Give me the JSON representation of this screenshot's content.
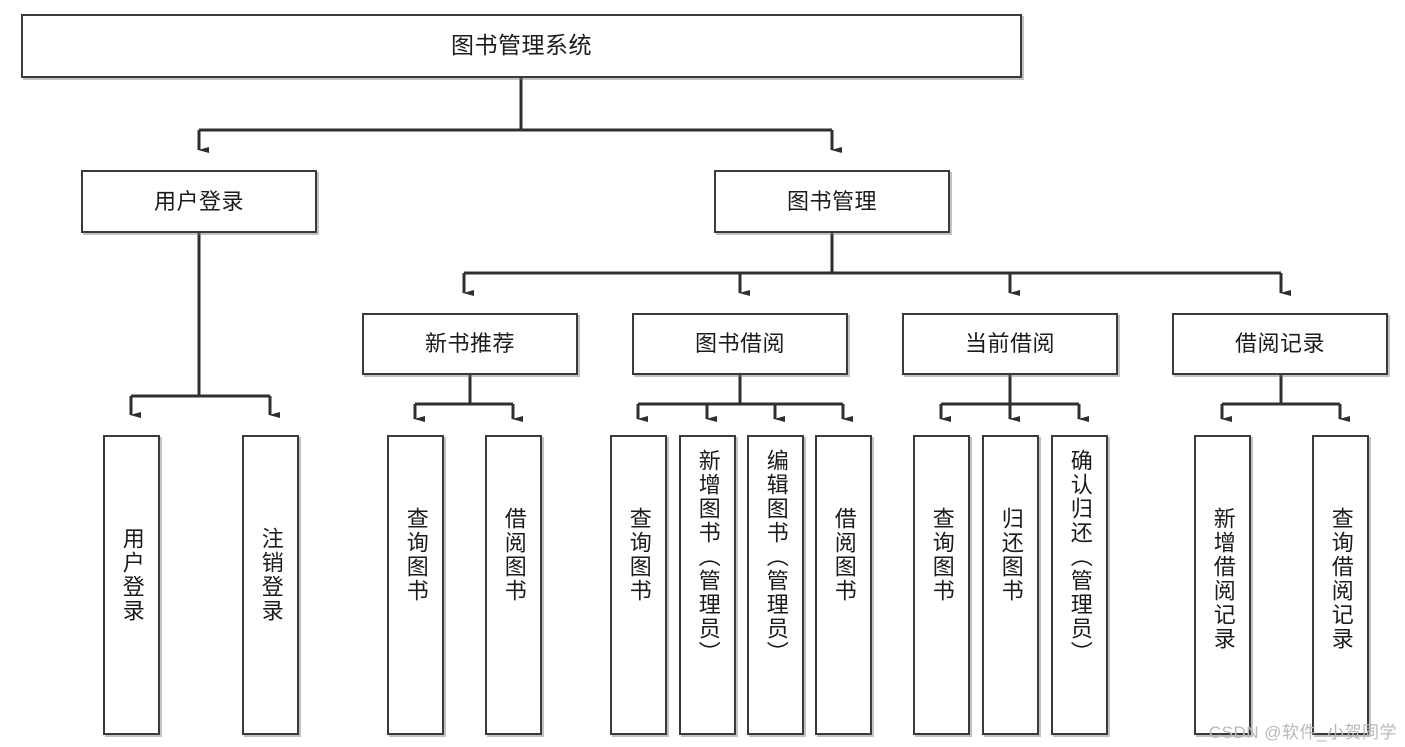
{
  "diagram": {
    "type": "hierarchy-tree",
    "title": "图书管理系统",
    "watermark": "CSDN @软件_小贺同学",
    "colors": {
      "box_border": "#3a3a3a",
      "box_fill": "#ffffff",
      "connector": "#2f2f2f",
      "text": "#1b1b1b",
      "watermark": "#b9b9b9"
    },
    "nodes": {
      "root": {
        "label": "图书管理系统"
      },
      "level2": [
        {
          "label": "用户登录"
        },
        {
          "label": "图书管理"
        }
      ],
      "level3": [
        {
          "label": "新书推荐"
        },
        {
          "label": "图书借阅"
        },
        {
          "label": "当前借阅"
        },
        {
          "label": "借阅记录"
        }
      ],
      "leaves": [
        {
          "label": "用户登录",
          "parent": "用户登录"
        },
        {
          "label": "注销登录",
          "parent": "用户登录"
        },
        {
          "label": "查询图书",
          "parent": "新书推荐"
        },
        {
          "label": "借阅图书",
          "parent": "新书推荐"
        },
        {
          "label": "查询图书",
          "parent": "图书借阅"
        },
        {
          "label": "新增图书（管理员）",
          "parent": "图书借阅"
        },
        {
          "label": "编辑图书（管理员）",
          "parent": "图书借阅"
        },
        {
          "label": "借阅图书",
          "parent": "图书借阅"
        },
        {
          "label": "查询图书",
          "parent": "当前借阅"
        },
        {
          "label": "归还图书",
          "parent": "当前借阅"
        },
        {
          "label": "确认归还（管理员）",
          "parent": "当前借阅"
        },
        {
          "label": "新增借阅记录",
          "parent": "借阅记录"
        },
        {
          "label": "查询借阅记录",
          "parent": "借阅记录"
        }
      ]
    }
  }
}
